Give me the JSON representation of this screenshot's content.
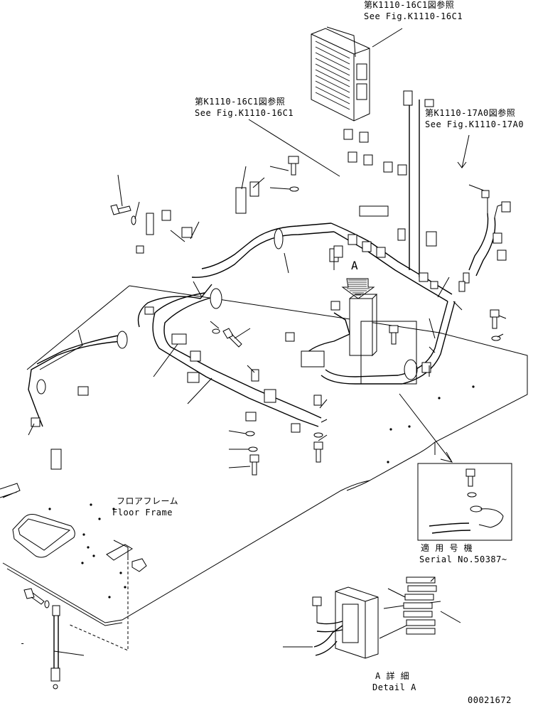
{
  "references": {
    "ref_16c1_top": {
      "jp": "第K1110-16C1図参照",
      "en": "See Fig.K1110-16C1"
    },
    "ref_16c1_mid": {
      "jp": "第K1110-16C1図参照",
      "en": "See Fig.K1110-16C1"
    },
    "ref_17a0": {
      "jp": "第K1110-17A0図参照",
      "en": "See Fig.K1110-17A0"
    }
  },
  "marker_a": "A",
  "floor_frame": {
    "jp": "フロアフレーム",
    "en": "Floor Frame"
  },
  "serial_note": {
    "jp": "適 用 号 機",
    "en": "Serial No.50387~"
  },
  "detail_a": {
    "jp": "A 詳 細",
    "en": "Detail A"
  },
  "dash_mark": "-",
  "drawing_number": "00021672",
  "colors": {
    "line": "#000000",
    "background": "#ffffff"
  }
}
